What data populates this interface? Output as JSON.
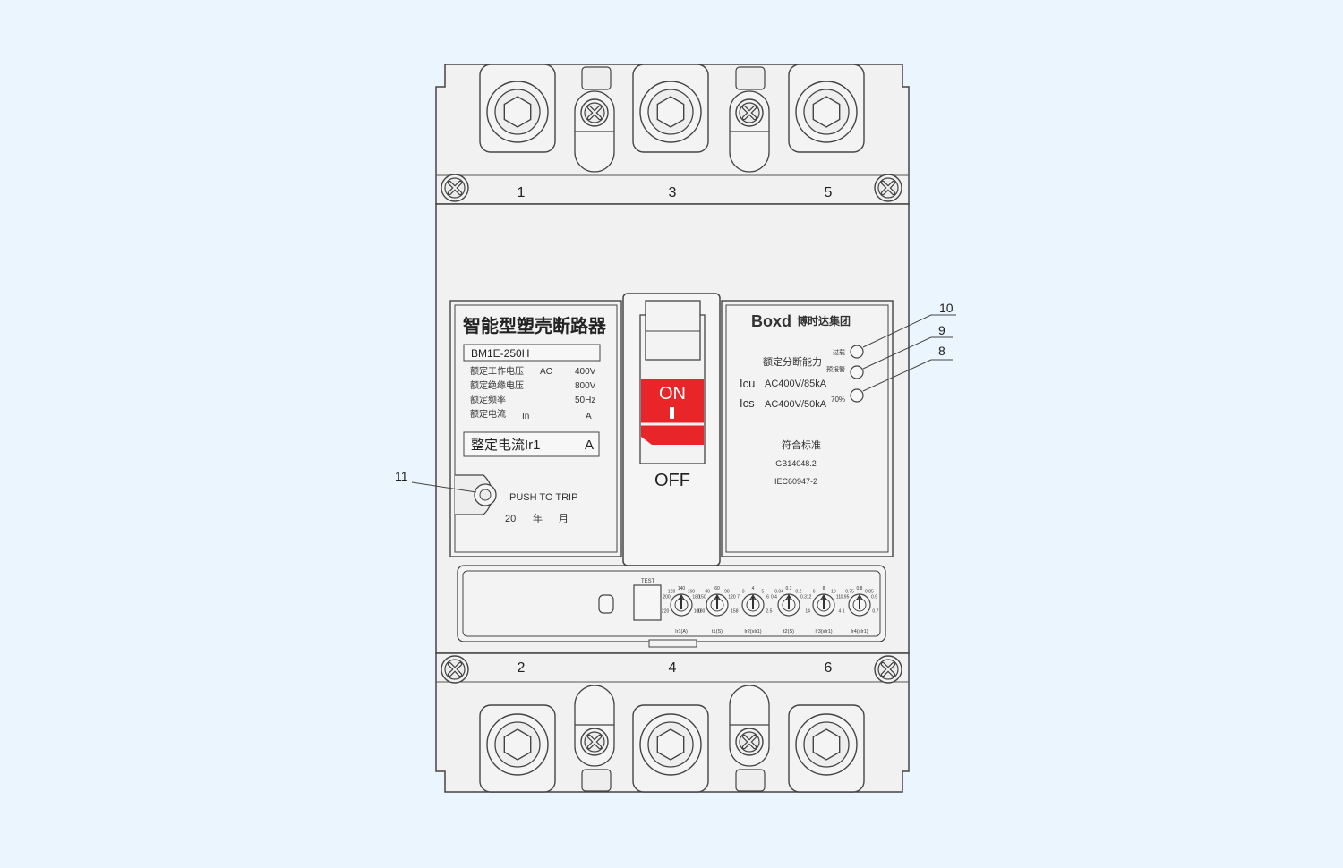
{
  "terminals_top": [
    "1",
    "3",
    "5"
  ],
  "terminals_bottom": [
    "2",
    "4",
    "6"
  ],
  "left_label": {
    "title": "智能型塑壳断路器",
    "model": "BM1E-250H",
    "specs": [
      {
        "name": "额定工作电压",
        "mid": "AC",
        "value": "400V"
      },
      {
        "name": "额定绝缘电压",
        "mid": "",
        "value": "800V"
      },
      {
        "name": "额定频率",
        "mid": "",
        "value": "50Hz"
      },
      {
        "name": "额定电流",
        "mid": "In",
        "value": "A"
      }
    ],
    "setting_label": "整定电流Ir1",
    "setting_unit": "A",
    "push_to_trip": "PUSH  TO TRIP",
    "date_prefix": "20",
    "date_year": "年",
    "date_month": "月"
  },
  "handle": {
    "on_label": "ON",
    "off_label": "OFF",
    "on_color": "#e8262a"
  },
  "right_label": {
    "brand": "Boxd",
    "company": "博时达集团",
    "breaking_capacity": "额定分断能力",
    "icu_label": "Icu",
    "icu_value": "AC400V/85kA",
    "ics_label": "Ics",
    "ics_value": "AC400V/50kA",
    "indicator_overload": "过载",
    "indicator_prealarm": "预报警",
    "indicator_70": "70%",
    "standard_title": "符合标准",
    "standard_1": "GB14048.2",
    "standard_2": "IEC60947-2"
  },
  "controller": {
    "test_label": "TEST",
    "dial_labels": [
      "Ir1(A)",
      "t1(S)",
      "Ir2(xIr1)",
      "t2(S)",
      "Ir3(xIr1)",
      "Ir4(xIr1)"
    ],
    "dial_scales": [
      [
        "140",
        "160",
        "180",
        "120",
        "200",
        "100",
        "220"
      ],
      [
        "60",
        "90",
        "120",
        "30",
        "150",
        "15",
        "180"
      ],
      [
        "4",
        "5",
        "6",
        "3",
        "7",
        "2.5",
        "8"
      ],
      [
        "0.1",
        "0.2",
        "0.3",
        "0.04",
        "0.4"
      ],
      [
        "8",
        "10",
        "11",
        "6",
        "12",
        "4",
        "14"
      ],
      [
        "0.8",
        "0.85",
        "0.9",
        "0.75",
        "0.95",
        "0.7",
        "1"
      ]
    ]
  },
  "callouts": [
    "11",
    "10",
    "9",
    "8"
  ]
}
